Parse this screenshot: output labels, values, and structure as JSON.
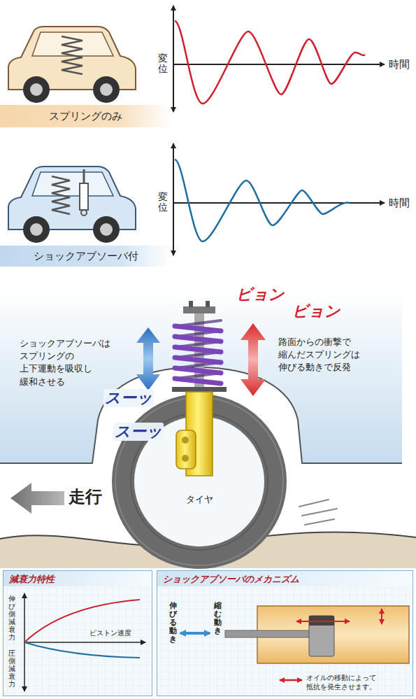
{
  "diagram": {
    "nodes": [
      {
        "text": [
          "スプリングのみ"
        ]
      },
      {
        "text": [
          "ショックアブソーバ付"
        ]
      },
      {
        "text": [
          "減衰力特性"
        ]
      },
      {
        "text": [
          "ショックアブソーバのメカニズム"
        ]
      }
    ],
    "labels": [
      "変位",
      "時間",
      "変位",
      "時間",
      "ビョン",
      "ビョン",
      "ショックアブソーバは スプリングの 上下運動を吸収し 緩和させる",
      "路面からの衝撃で 縮んだスプリングは 伸びる動きで反発",
      "スーッ",
      "スーッ",
      "走行",
      "タイヤ",
      "伸び側減衰力",
      "ピストン速度",
      "圧側減衰力",
      "伸びる動き",
      "縮む動き",
      "オイルの移動によって 抵抗を発生させます。"
    ]
  }
}
